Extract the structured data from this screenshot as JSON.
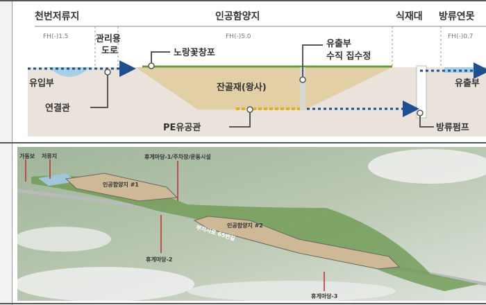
{
  "section_diagram": {
    "zones": {
      "reservoir": "천번저류지",
      "recharge": "인공함양지",
      "planting": "식재대",
      "pond": "방류연못"
    },
    "levels": {
      "reservoir": "FH(-)1.5",
      "recharge": "FH(-)5.0",
      "pond": "FH(-)0.7"
    },
    "road_line1": "관리용",
    "road_line2": "도로",
    "plant": "노랑꽃창포",
    "outlet_line1": "유출부",
    "outlet_line2": "수직 집수정",
    "inlet": "유입부",
    "connector": "연결관",
    "media": "잔골재(왕사)",
    "pipe": "PE유공관",
    "pump": "방류펌프",
    "outflow": "유출부"
  },
  "aerial_map": {
    "labels": {
      "weir": "가동보",
      "reservoir": "저류지",
      "rest1": "휴게마당-1/주차장/운동시설",
      "basin1": "인공함양지 #1",
      "basin2": "인공함양지 #2",
      "road": "부지사로 65번길",
      "rest2": "휴게마당-2",
      "rest3": "휴게마당-3"
    },
    "colors": {
      "leader": "#c0282d"
    }
  }
}
